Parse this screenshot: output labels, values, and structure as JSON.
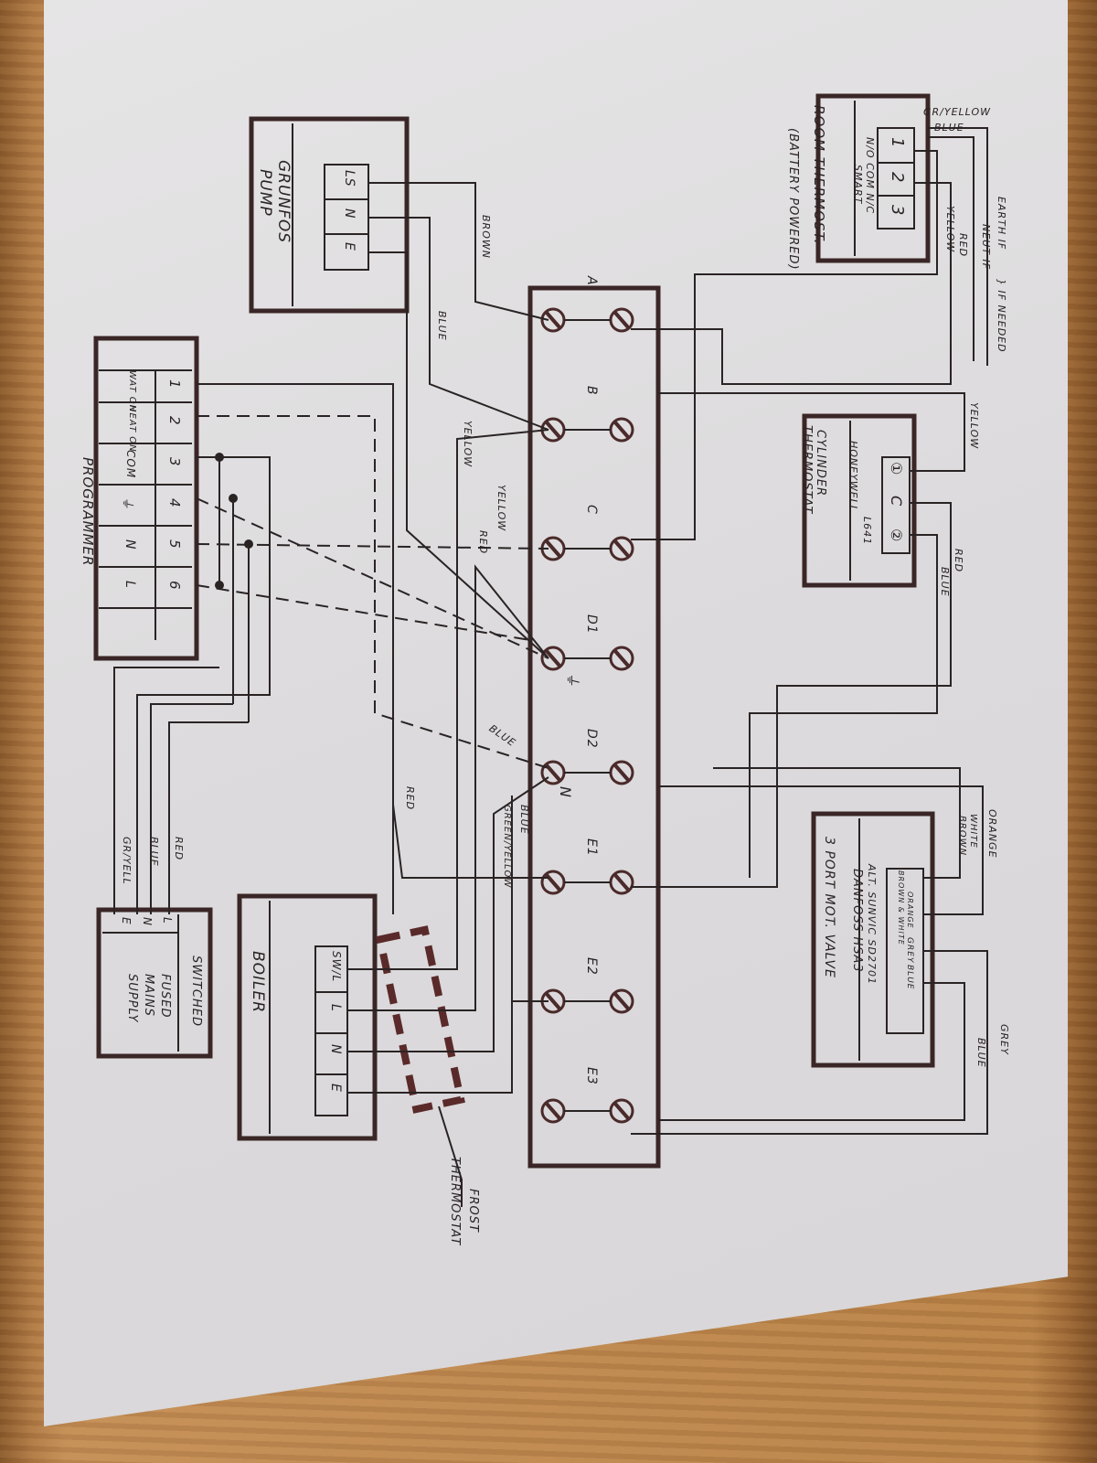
{
  "title": "Heating system wiring diagram (hand-drawn)",
  "components": {
    "room_thermostat": {
      "name": "ROOM THERMOST.",
      "note": "(BATTERY POWERED)",
      "subtitle": "N/O COM N/C",
      "type_label": "SMART",
      "terminals": [
        "1",
        "2",
        "3"
      ]
    },
    "pump": {
      "name": "GRUNFOS",
      "name2": "PUMP",
      "terminals": [
        "LS",
        "N",
        "E"
      ]
    },
    "programmer": {
      "name": "PROGRAMMER",
      "terminals": [
        {
          "num": "1",
          "label": "WAT ON"
        },
        {
          "num": "2",
          "label": "HEAT ON"
        },
        {
          "num": "3",
          "label": "COM"
        },
        {
          "num": "4",
          "label": "⏚"
        },
        {
          "num": "5",
          "label": "N"
        },
        {
          "num": "6",
          "label": "L"
        }
      ]
    },
    "cylinder_thermostat": {
      "name": "CYLINDER",
      "name2": "THERMOSTAT",
      "model": "HONEYWELL",
      "model2": "L641",
      "terminals": [
        "①",
        "C",
        "②"
      ]
    },
    "motorised_valve": {
      "name": "3 PORT MOT. VALVE",
      "model": "DANFOSS HSA3",
      "alt": "ALT. SUNVIC SD2701",
      "terminals": [
        "BROWN & WHITE",
        "ORANGE",
        "GREY",
        "BLUE",
        ""
      ]
    },
    "boiler": {
      "name": "BOILER",
      "terminals": [
        "SW/L",
        "L",
        "N",
        "E"
      ]
    },
    "mains_supply": {
      "name": "SWITCHED",
      "name2": "FUSED",
      "name3": "MAINS",
      "name4": "SUPPLY",
      "terminals": [
        "L",
        "N",
        "E"
      ]
    },
    "frost_thermostat": {
      "name": "FROST",
      "name2": "THERMOSTAT"
    },
    "junction_box": {
      "terminals": [
        "A",
        "B",
        "C",
        "D1",
        "D2",
        "E1",
        "E2",
        "E3"
      ],
      "d1_marker": "⏚",
      "d2_marker": "N"
    }
  },
  "wire_labels": {
    "room_gr_yellow": "GR/YELLOW",
    "room_blue": "BLUE",
    "room_yellow": "YELLOW",
    "room_red": "RED",
    "earth_if": "EARTH IF",
    "neut_if": "NEUT IF",
    "if_needed": "} IF NEEDED",
    "cyl_yellow": "YELLOW",
    "cyl_red": "RED",
    "cyl_blue": "BLUE",
    "valve_orange": "ORANGE",
    "valve_white": "WHITE",
    "valve_brown": "BROWN",
    "valve_grey": "GREY",
    "valve_blue": "BLUE",
    "pump_brown": "BROWN",
    "pump_blue": "BLUE",
    "pump_yellow": "YELLOW",
    "prog_yellow": "YELLOW",
    "prog_red": "RED",
    "d2_blue": "BLUE",
    "boiler_red": "RED",
    "boiler_blue": "BLUE",
    "boiler_green_yellow": "GREEN/YELLOW",
    "mains_red": "RED",
    "mains_blue": "BLUE",
    "mains_gr_yell": "GR/YELL"
  }
}
